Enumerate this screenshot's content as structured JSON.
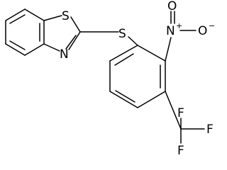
{
  "structure": {
    "atoms": {
      "benzothiazole_sulfur": "S",
      "thioether_sulfur": "S",
      "thiazole_nitrogen": "N",
      "nitro_nitrogen": "N",
      "nitro_oxygen_top": "O",
      "nitro_oxygen_right": "O",
      "fluorine_right": "F",
      "fluorine_top": "F",
      "fluorine_bottom": "F"
    },
    "charges": {
      "nitro_nitrogen": "+",
      "nitro_oxygen_right": "−"
    }
  },
  "colors": {
    "bond": "#000000",
    "label": "#000000",
    "background": "#ffffff"
  }
}
